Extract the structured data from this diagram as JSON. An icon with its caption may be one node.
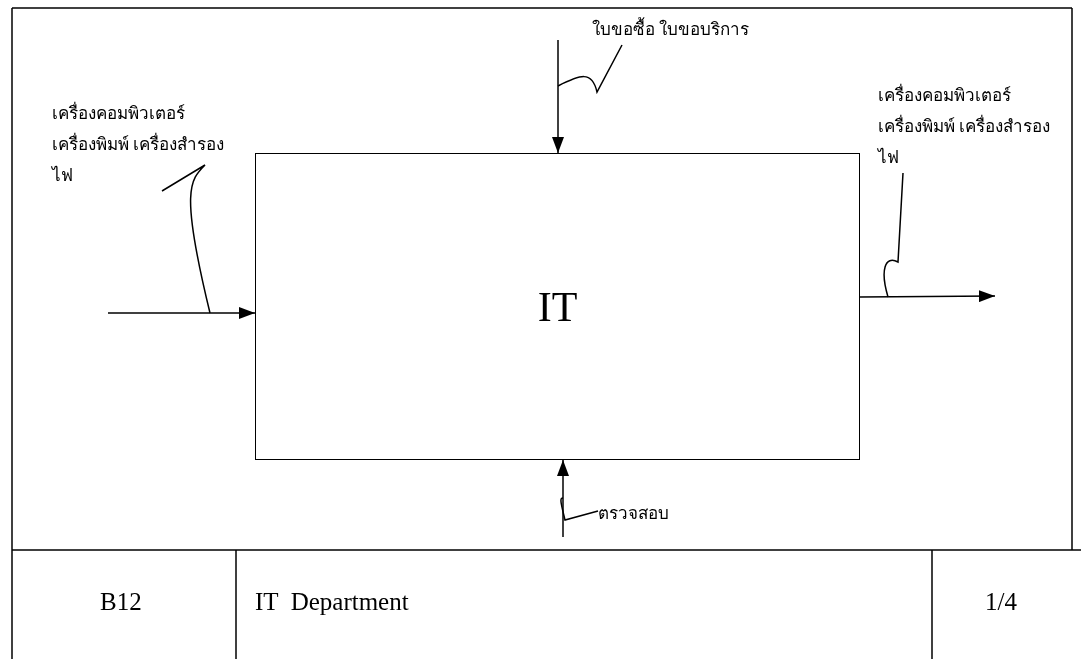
{
  "diagram": {
    "nodes": [
      {
        "text": [
          "ใบขอซื้อ ใบขอบริการ"
        ]
      },
      {
        "text": [
          "เครื่องคอมพิวเตอร์ เครื่องพิมพ์ เครื่องสำรองไฟ"
        ]
      },
      {
        "text": [
          "เครื่องคอมพิวเตอร์ เครื่องพิมพ์ เครื่องสำรองไฟ"
        ]
      },
      {
        "text": [
          "IT"
        ]
      },
      {
        "text": [
          "ตรวจสอบ"
        ]
      }
    ],
    "edges": [
      {
        "from": null,
        "to": 3,
        "arrow": "to"
      },
      {
        "from": null,
        "to": 3,
        "arrow": "to"
      },
      {
        "from": 3,
        "to": null,
        "arrow": "to"
      },
      {
        "from": null,
        "to": 3,
        "arrow": "to"
      },
      {
        "from": 0,
        "to": null,
        "arrow": "none"
      },
      {
        "from": 1,
        "to": null,
        "arrow": "none"
      },
      {
        "from": 2,
        "to": null,
        "arrow": "none"
      },
      {
        "from": 4,
        "to": null,
        "arrow": "none"
      }
    ],
    "labels": [
      "B12",
      "IT  Department",
      "1/4"
    ]
  }
}
